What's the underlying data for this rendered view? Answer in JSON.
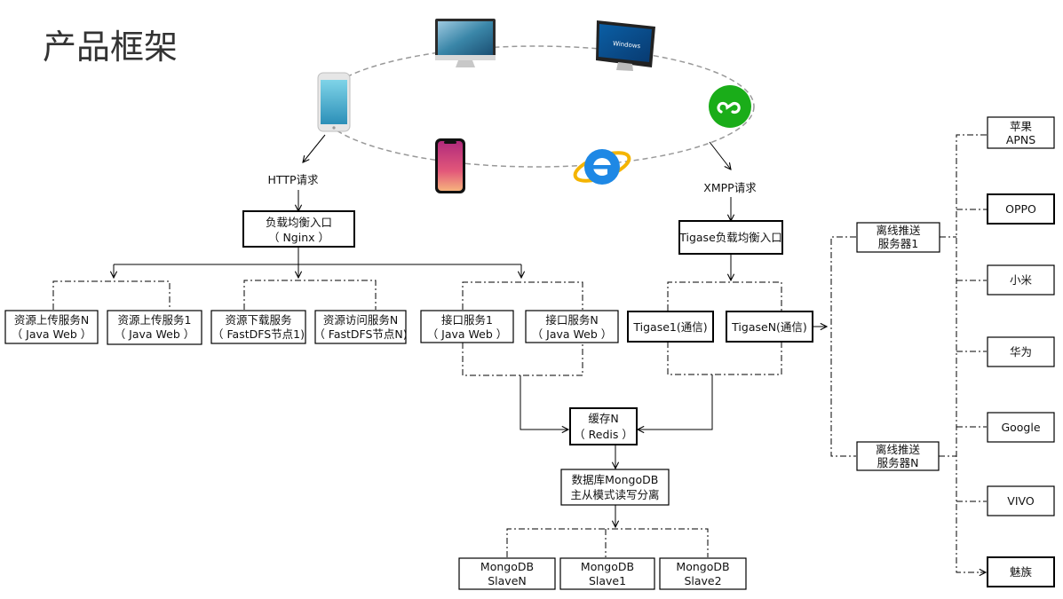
{
  "title": "产品框架",
  "http_label": "HTTP请求",
  "xmpp_label": "XMPP请求",
  "nginx_box": [
    "负载均衡入口",
    "（ Nginx ）"
  ],
  "tigase_lb_box": [
    "Tigase负载均衡入口"
  ],
  "left_services": [
    [
      "资源上传服务N",
      "（ Java  Web ）"
    ],
    [
      "资源上传服务1",
      "（ Java  Web ）"
    ],
    [
      "资源下载服务",
      "（ FastDFS节点1)"
    ],
    [
      "资源访问服务N",
      "（ FastDFS节点N)"
    ],
    [
      "接口服务1",
      "（ Java Web ）"
    ],
    [
      "接口服务N",
      "（ Java Web ）"
    ]
  ],
  "tigase_nodes": [
    [
      "Tigase1(通信)"
    ],
    [
      "TigaseN(通信)"
    ]
  ],
  "cache_box": [
    "缓存N",
    "（ Redis ）"
  ],
  "db_box": [
    "数据库MongoDB",
    "主从模式读写分离"
  ],
  "mongo_slaves": [
    [
      "MongoDB",
      "SlaveN"
    ],
    [
      "MongoDB",
      "Slave1"
    ],
    [
      "MongoDB",
      "Slave2"
    ]
  ],
  "push_servers": [
    [
      "离线推送",
      "服务器1"
    ],
    [
      "离线推送",
      "服务器N"
    ]
  ],
  "vendors": [
    [
      "苹果",
      "APNS"
    ],
    [
      "OPPO"
    ],
    [
      "小米"
    ],
    [
      "华为"
    ],
    [
      "Google"
    ],
    [
      "VIVO"
    ],
    [
      "魅族"
    ]
  ],
  "clients": [
    "imac-icon",
    "windows-monitor-icon",
    "android-phone-icon",
    "miniprogram-icon",
    "iphone-x-icon",
    "ie-browser-icon"
  ],
  "colors": {
    "miniprogram": "#1aad19",
    "ie": "#1e88e5",
    "ie_ring": "#f4b400"
  }
}
